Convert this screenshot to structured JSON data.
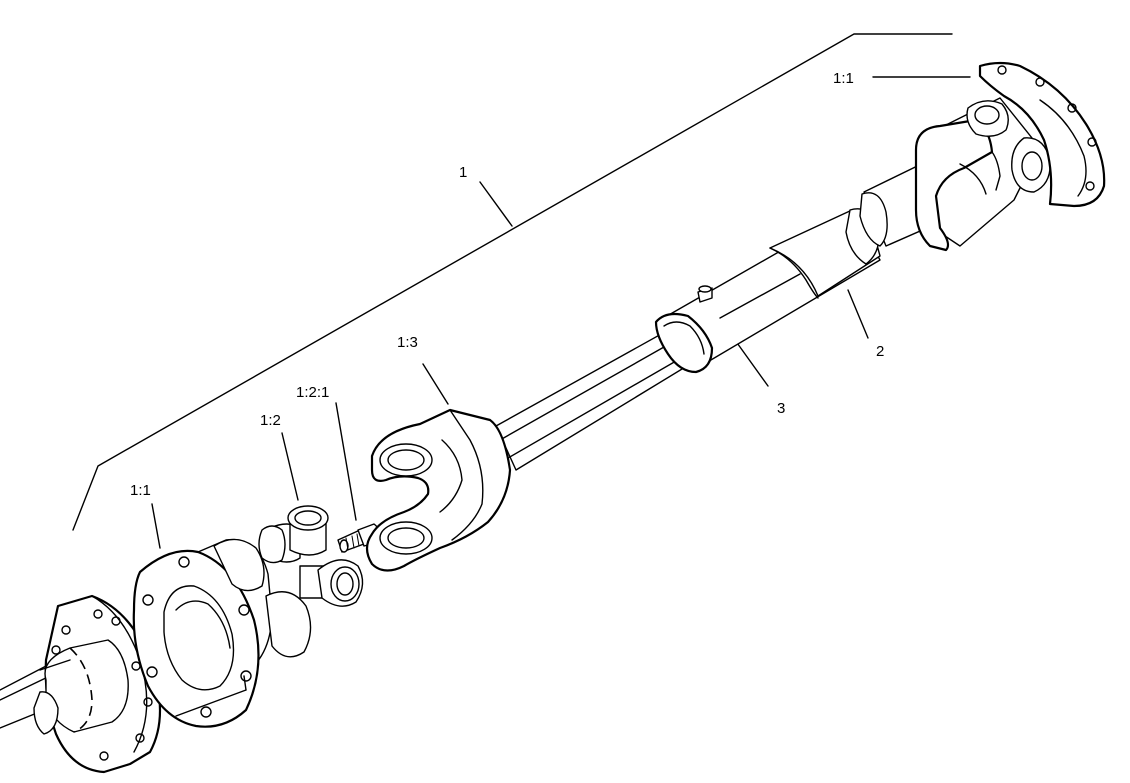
{
  "callouts": {
    "c1": "1",
    "c1_1_top": "1:1",
    "c1_1_left": "1:1",
    "c1_2": "1:2",
    "c1_2_1": "1:2:1",
    "c1_3": "1:3",
    "c2": "2",
    "c3": "3"
  }
}
